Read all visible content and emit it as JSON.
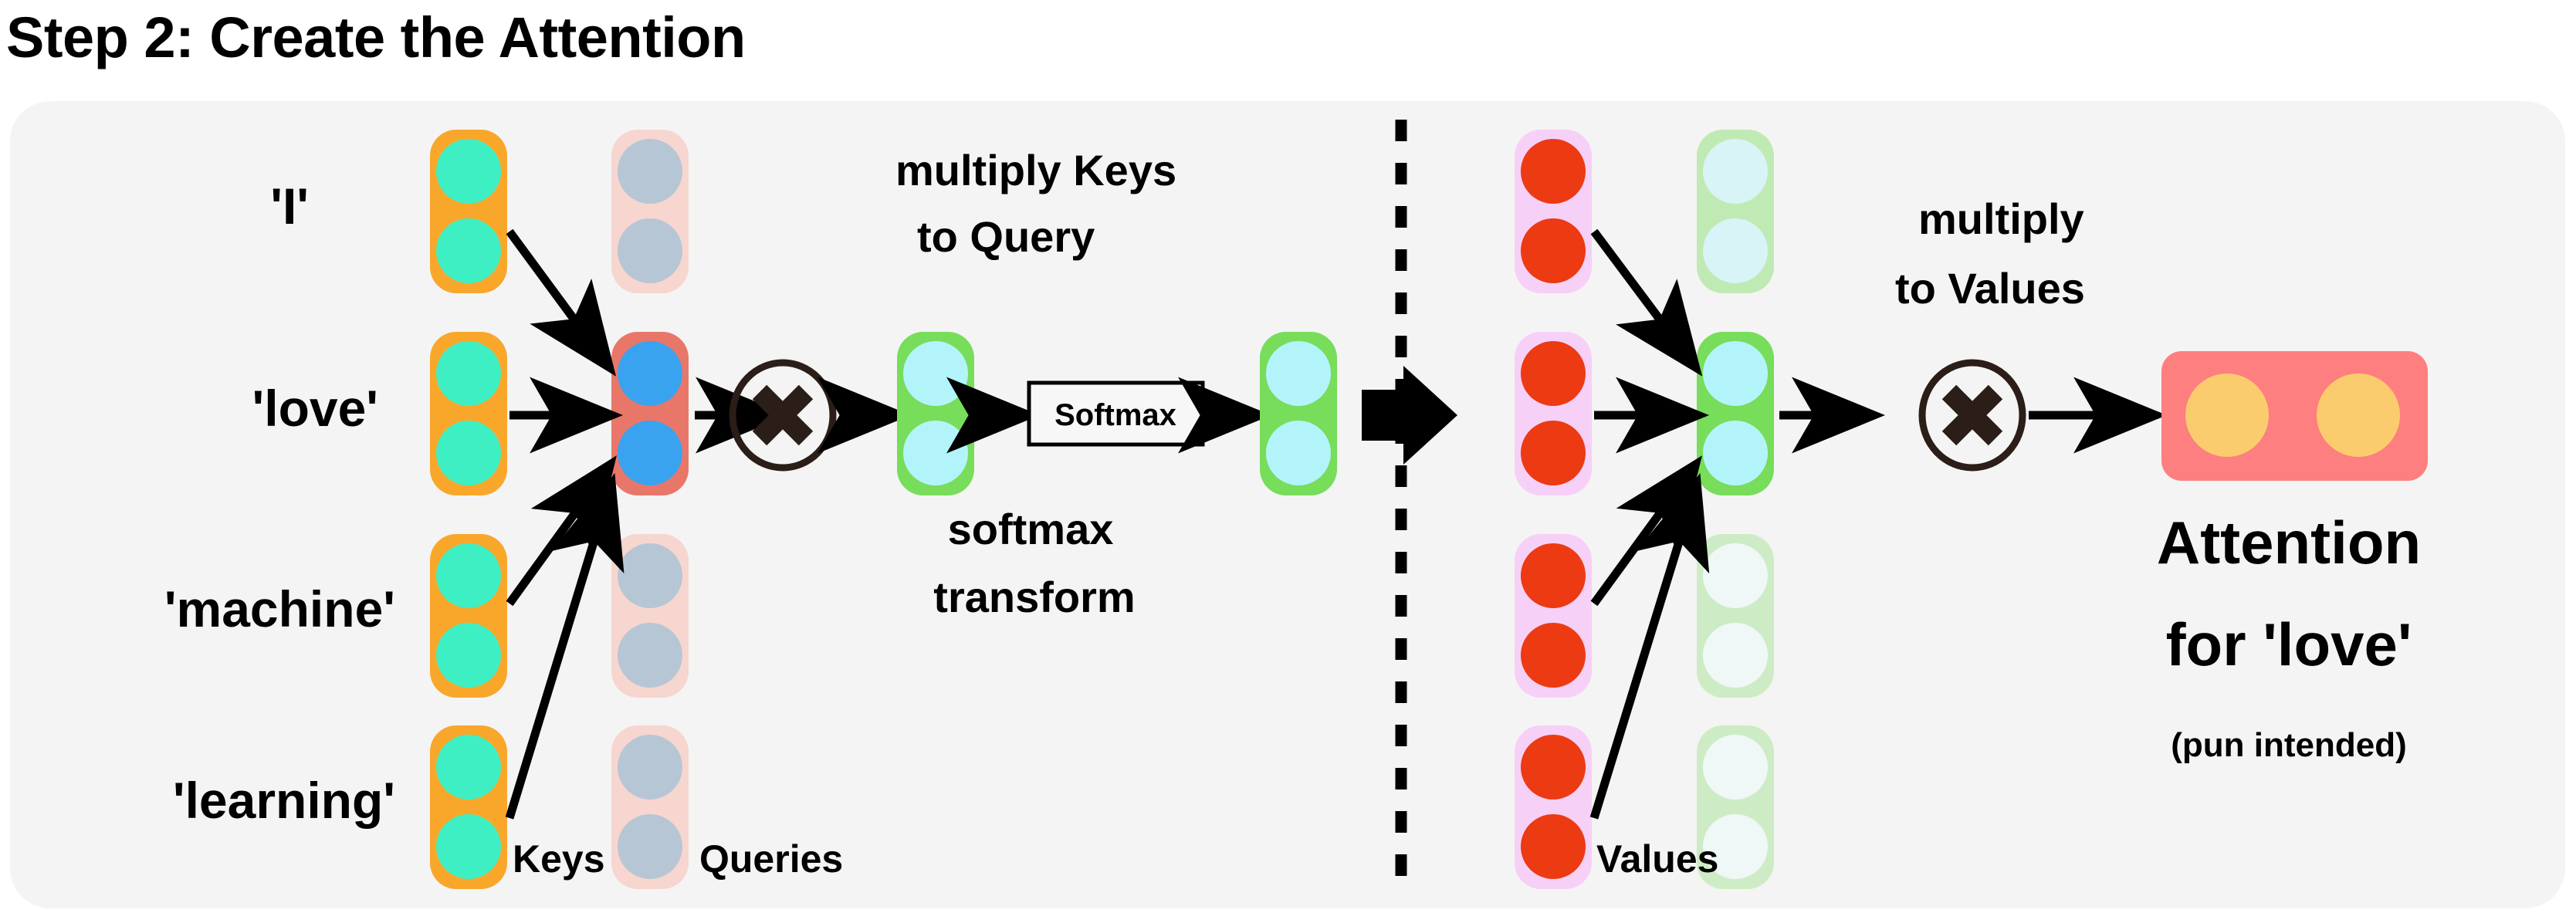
{
  "title": "Step 2: Create the Attention",
  "colors": {
    "panel_bg": "#f4f4f4",
    "page_bg": "#ffffff",
    "keys_box": "#f9a72b",
    "keys_dot": "#3fefc4",
    "queries_box_dim": "#f7d6d0",
    "queries_dot_dim": "#b7c6d4",
    "queries_box_active": "#e8776a",
    "queries_dot_active": "#3aa3ef",
    "scores_box": "#77dd5a",
    "scores_dot": "#b3f4fb",
    "values_box": "#f7d0f7",
    "values_dot": "#ec3a13",
    "weights_box_active": "#77dd5a",
    "weights_dot_active": "#b3f4fb",
    "output_box": "#fd7f7f",
    "output_dot": "#fbcc6e",
    "arrow": "#000000",
    "operator": "#2b1d17"
  },
  "left_section": {
    "tokens": [
      {
        "label": "'I'"
      },
      {
        "label": "'love'"
      },
      {
        "label": "'machine'"
      },
      {
        "label": "'learning'"
      }
    ],
    "keys_column_label": "Keys",
    "queries_column_label": "Queries",
    "keys_rows": 4,
    "queries_rows": 4,
    "active_query_index": 1,
    "dots_per_cell": 2,
    "note": "multiply Keys\nto Query",
    "note_line1": "multiply Keys",
    "note_line2": "to Query"
  },
  "middle_section": {
    "operator_symbol": "✕",
    "scores_dots": 2,
    "softmax_box_label": "Softmax",
    "caption_line1": "softmax",
    "caption_line2": "transform"
  },
  "right_section": {
    "values_column_label": "Values",
    "values_rows": 4,
    "weights_rows": 4,
    "active_weight_index": 1,
    "dots_per_cell": 2,
    "note_line1": "multiply",
    "note_line2": "to Values",
    "operator_symbol": "✕"
  },
  "output_section": {
    "dots": 2,
    "title_line1": "Attention",
    "title_line2": "for 'love'",
    "subtitle": "(pun intended)"
  },
  "divider": {
    "style": "dashed",
    "arrow_direction": "right"
  }
}
